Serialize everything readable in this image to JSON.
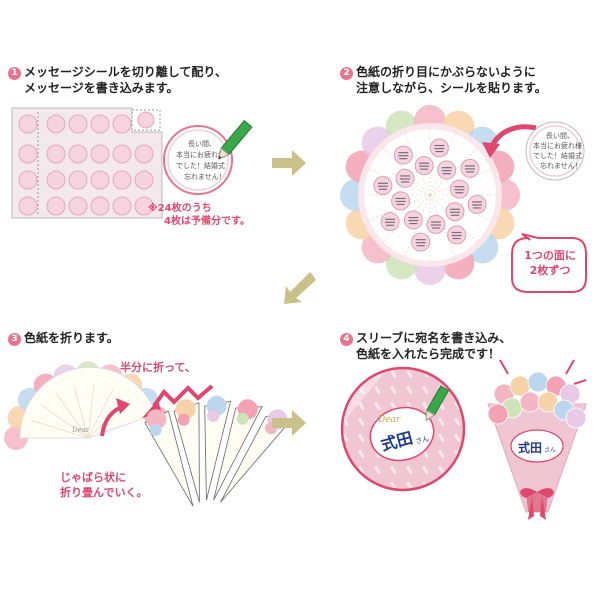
{
  "steps": [
    {
      "number": "1",
      "line1": "メッセージシールを切り離して配り、",
      "line2": "メッセージを書き込みます。"
    },
    {
      "number": "2",
      "line1": "色紙の折り目にかぶらないように",
      "line2": "注意しながら、シールを貼ります。"
    },
    {
      "number": "3",
      "line1": "色紙を折ります。",
      "line2": ""
    },
    {
      "number": "4",
      "line1": "スリーブに宛名を書き込み、",
      "line2": "色紙を入れたら完成です！"
    }
  ],
  "step1": {
    "note_line1": "※24枚のうち",
    "note_line2": "4枚は予備分です。",
    "sticker_text": [
      "長い間、",
      "本当にお疲れ様",
      "でした！結婚式",
      "忘れません！"
    ]
  },
  "step2": {
    "callout_line1": "1つの面に",
    "callout_line2": "2枚ずつ",
    "sticker_text": [
      "長い間、",
      "本当にお疲れ様",
      "でした！結婚式",
      "忘れません！"
    ]
  },
  "step3": {
    "fold_half": "半分に折って、",
    "accordion_line1": "じゃばら状に",
    "accordion_line2": "折り畳んでいく。",
    "card_text": "Dear"
  },
  "step4": {
    "tag_dear": "Dear",
    "tag_name": "式田",
    "tag_suffix": "さん"
  },
  "colors": {
    "accent_pink": "#e0476e",
    "badge_pink": "#e8748f",
    "arrow_olive": "#c9c08a",
    "light_pink": "#f4cfd8",
    "pen_green": "#3aa84a"
  }
}
